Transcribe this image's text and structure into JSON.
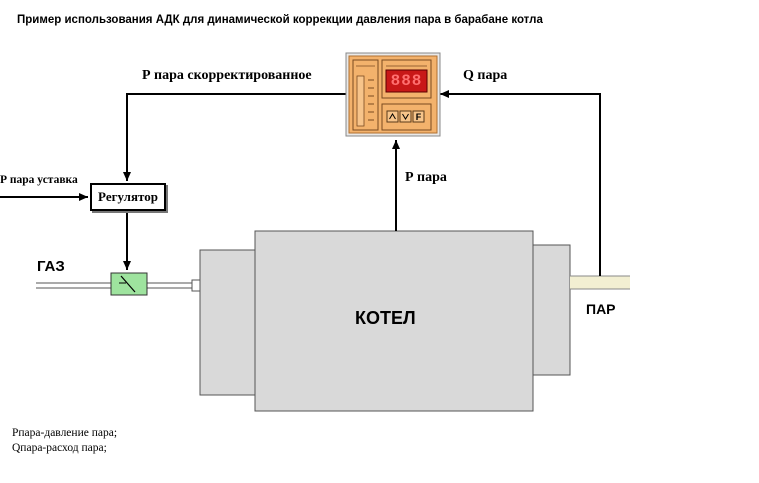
{
  "title": "Пример использования АДК для динамической коррекции давления пара в барабане котла",
  "labels": {
    "p_corrected": "Р пара скорректированное",
    "q_steam": "Q пара",
    "p_setpoint": "Р пара уставка",
    "regulator": "Регулятор",
    "p_steam": "Р пара",
    "gas": "ГАЗ",
    "boiler": "КОТЕЛ",
    "steam": "ПАР"
  },
  "legend": [
    "Рпара-давление пара;",
    "Qпара-расход пара;"
  ],
  "device": {
    "display": "888",
    "buttons": [
      "up",
      "down",
      "F"
    ]
  },
  "colors": {
    "device_body": "#f3b26c",
    "display": "#c81818",
    "valve": "#9ee39e",
    "boiler": "#d9d9d9",
    "pipe_light": "#f2efd2"
  }
}
